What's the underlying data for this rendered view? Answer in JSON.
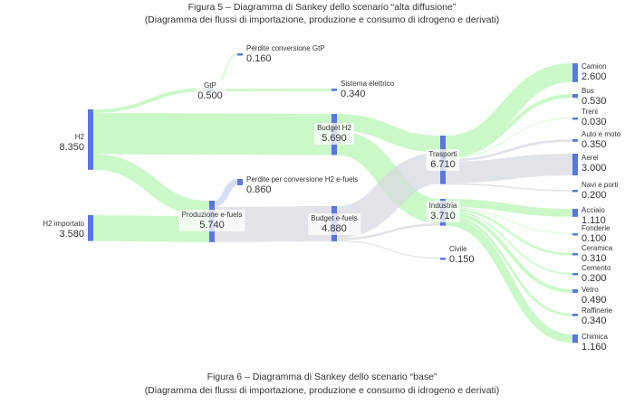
{
  "captions": {
    "top_title": "Figura 5 – Diagramma di Sankey dello scenario “alta diffusione”",
    "top_subtitle": "(Diagramma dei flussi di importazione, produzione e consumo di idrogeno e derivati)",
    "bottom_title": "Figura 6 – Diagramma di Sankey dello scenario “base”",
    "bottom_subtitle": "(Diagramma dei flussi di importazione, produzione e consumo di idrogeno e derivati)"
  },
  "colors": {
    "node": "#5b78d6",
    "green": "#b9f5b5",
    "gray": "#d5d9df",
    "lavender": "#c9d0f2"
  },
  "chart_data": {
    "type": "sankey",
    "nodes": [
      {
        "id": "h2",
        "label": "H2",
        "value": "8.350"
      },
      {
        "id": "h2imp",
        "label": "H2 importato",
        "value": "3.580"
      },
      {
        "id": "gtp",
        "label": "GtP",
        "value": "0.500"
      },
      {
        "id": "pgtp",
        "label": "Perdite conversione GtP",
        "value": "0.160"
      },
      {
        "id": "sist",
        "label": "Sistema elettrico",
        "value": "0.340"
      },
      {
        "id": "bh2",
        "label": "Budget H2",
        "value": "5.690"
      },
      {
        "id": "prod",
        "label": "Produzione e-fuels",
        "value": "5.740"
      },
      {
        "id": "pef",
        "label": "Perdite per conversione H2 e-fuels",
        "value": "0.860"
      },
      {
        "id": "bef",
        "label": "Budget e-fuels",
        "value": "4.880"
      },
      {
        "id": "tras",
        "label": "Trasporti",
        "value": "6.710"
      },
      {
        "id": "ind",
        "label": "Industria",
        "value": "3.710"
      },
      {
        "id": "civ",
        "label": "Civile",
        "value": "0.150"
      },
      {
        "id": "camion",
        "label": "Camion",
        "value": "2.600"
      },
      {
        "id": "bus",
        "label": "Bus",
        "value": "0.530"
      },
      {
        "id": "treni",
        "label": "Treni",
        "value": "0.030"
      },
      {
        "id": "auto",
        "label": "Auto e moto",
        "value": "0.350"
      },
      {
        "id": "aerei",
        "label": "Aerei",
        "value": "3.000"
      },
      {
        "id": "navi",
        "label": "Navi e porti",
        "value": "0.200"
      },
      {
        "id": "acciaio",
        "label": "Acciaio",
        "value": "1.110"
      },
      {
        "id": "fonderie",
        "label": "Fonderie",
        "value": "0.100"
      },
      {
        "id": "ceramica",
        "label": "Ceramica",
        "value": "0.310"
      },
      {
        "id": "cemento",
        "label": "Cemento",
        "value": "0.200"
      },
      {
        "id": "vetro",
        "label": "Vetro",
        "value": "0.490"
      },
      {
        "id": "raff",
        "label": "Raffinerie",
        "value": "0.340"
      },
      {
        "id": "chimica",
        "label": "Chimica",
        "value": "1.160"
      }
    ],
    "links": [
      {
        "source": "h2",
        "target": "gtp",
        "value": 0.5,
        "color": "green"
      },
      {
        "source": "h2",
        "target": "bh2",
        "value": 5.69,
        "color": "green"
      },
      {
        "source": "h2",
        "target": "prod",
        "value": 2.16,
        "color": "green"
      },
      {
        "source": "h2imp",
        "target": "prod",
        "value": 3.58,
        "color": "green"
      },
      {
        "source": "gtp",
        "target": "pgtp",
        "value": 0.16,
        "color": "green"
      },
      {
        "source": "gtp",
        "target": "sist",
        "value": 0.34,
        "color": "green"
      },
      {
        "source": "prod",
        "target": "pef",
        "value": 0.86,
        "color": "lavender"
      },
      {
        "source": "prod",
        "target": "bef",
        "value": 4.88,
        "color": "gray"
      },
      {
        "source": "bh2",
        "target": "tras",
        "value": 2.31,
        "color": "green"
      },
      {
        "source": "bh2",
        "target": "ind",
        "value": 3.38,
        "color": "green"
      },
      {
        "source": "bef",
        "target": "tras",
        "value": 4.4,
        "color": "gray"
      },
      {
        "source": "bef",
        "target": "ind",
        "value": 0.33,
        "color": "gray"
      },
      {
        "source": "bef",
        "target": "civ",
        "value": 0.15,
        "color": "gray"
      },
      {
        "source": "tras",
        "target": "camion",
        "value": 2.6,
        "color": "green"
      },
      {
        "source": "tras",
        "target": "bus",
        "value": 0.53,
        "color": "green"
      },
      {
        "source": "tras",
        "target": "treni",
        "value": 0.03,
        "color": "green"
      },
      {
        "source": "tras",
        "target": "auto",
        "value": 0.35,
        "color": "gray"
      },
      {
        "source": "tras",
        "target": "aerei",
        "value": 3.0,
        "color": "gray"
      },
      {
        "source": "tras",
        "target": "navi",
        "value": 0.2,
        "color": "gray"
      },
      {
        "source": "ind",
        "target": "acciaio",
        "value": 1.11,
        "color": "green"
      },
      {
        "source": "ind",
        "target": "fonderie",
        "value": 0.1,
        "color": "green"
      },
      {
        "source": "ind",
        "target": "ceramica",
        "value": 0.31,
        "color": "green"
      },
      {
        "source": "ind",
        "target": "cemento",
        "value": 0.2,
        "color": "green"
      },
      {
        "source": "ind",
        "target": "vetro",
        "value": 0.49,
        "color": "green"
      },
      {
        "source": "ind",
        "target": "raff",
        "value": 0.34,
        "color": "green"
      },
      {
        "source": "ind",
        "target": "chimica",
        "value": 1.16,
        "color": "green"
      }
    ]
  }
}
